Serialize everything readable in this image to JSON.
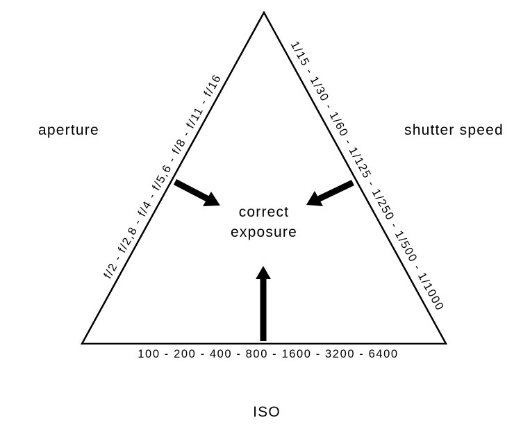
{
  "labels": {
    "aperture": "aperture",
    "shutter_speed": "shutter speed",
    "iso": "ISO",
    "center_line1": "correct",
    "center_line2": "exposure"
  },
  "scales": {
    "aperture": "f/2 - f/2,8 - f/4 - f/5,6 - f/8 - f/11 - f/16",
    "shutter_speed": "1/15 - 1/30 - 1/60 - 1/125 - 1/250 - 1/500 - 1/1000",
    "iso": "100 - 200 - 400 - 800 - 1600 - 3200 - 6400"
  },
  "colors": {
    "stroke": "#000000",
    "background": "#ffffff"
  }
}
